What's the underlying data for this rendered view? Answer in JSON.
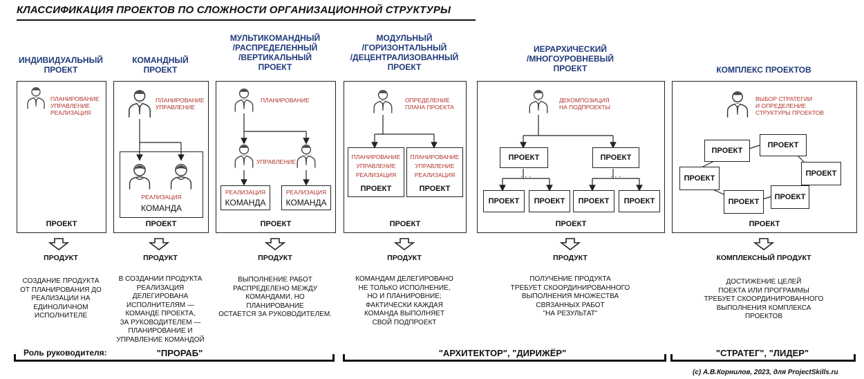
{
  "title": "КЛАССИФИКАЦИЯ ПРОЕКТОВ ПО СЛОЖНОСТИ ОРГАНИЗАЦИОННОЙ СТРУКТУРЫ",
  "columns": [
    {
      "heading": [
        "ИНДИВИДУАЛЬНЫЙ",
        "ПРОЕКТ"
      ],
      "red_text": [
        "ПЛАНИРОВАНИЕ",
        "УПРАВЛЕНИЕ",
        "РЕАЛИЗАЦИЯ"
      ],
      "project_label": "ПРОЕКТ",
      "product": "ПРОДУКТ",
      "description": [
        "СОЗДАНИЕ  ПРОДУКТА",
        "ОТ ПЛАНИРОВАНИЯ ДО",
        "РЕАЛИЗАЦИИ НА",
        "ЕДИНОЛИЧНОМ",
        "ИСПОЛНИТЕЛЕ"
      ]
    },
    {
      "heading": [
        "КОМАНДНЫЙ",
        "ПРОЕКТ"
      ],
      "red_text": [
        "ПЛАНИРОВАНИЕ",
        "УПРАВЛЕНИЕ"
      ],
      "team_red": "РЕАЛИЗАЦИЯ",
      "team_label": "КОМАНДА",
      "project_label": "ПРОЕКТ",
      "product": "ПРОДУКТ",
      "description": [
        "В СОЗДАНИИ ПРОДУКТА",
        "РЕАЛИЗАЦИЯ",
        "ДЕЛЕГИРОВАНА",
        "ИСПОЛНИТЕЛЯМ —",
        "КОМАНДЕ ПРОЕКТА,",
        "ЗА РУКОВОДИТЕЛЕМ —",
        "ПЛАНИРОВАНИЕ И",
        "УПРАВЛЕНИЕ КОМАНДОЙ"
      ]
    },
    {
      "heading": [
        "МУЛЬТИКОМАНДНЫЙ",
        "/РАСПРЕДЕЛЕННЫЙ",
        "/ВЕРТИКАЛЬНЫЙ",
        "ПРОЕКТ"
      ],
      "red_top": "ПЛАНИРОВАНИЕ",
      "red_mid": "УПРАВЛЕНИЕ",
      "team_red": "РЕАЛИЗАЦИЯ",
      "team_label": "КОМАНДА",
      "project_label": "ПРОЕКТ",
      "product": "ПРОДУКТ",
      "description": [
        "ВЫПОЛНЕНИЕ РАБОТ",
        "РАСПРЕДЕЛЕНО МЕЖДУ",
        "КОМАНДАМИ, НО",
        "ПЛАНИРОВАНИЕ",
        "ОСТАЕТСЯ ЗА РУКОВОДИТЕЛЕМ."
      ]
    },
    {
      "heading": [
        "МОДУЛЬНЫЙ",
        "/ГОРИЗОНТАЛЬНЫЙ",
        "/ДЕЦЕНТРАЛИЗОВАННЫЙ",
        "ПРОЕКТ"
      ],
      "red_top": [
        "ОПРЕДЕЛЕНИЕ",
        "ПЛАНА ПРОЕКТА"
      ],
      "sub_red": [
        "ПЛАНИРОВАНИЕ",
        "УПРАВЛЕНИЕ",
        "РЕАЛИЗАЦИЯ"
      ],
      "sub_label": "ПРОЕКТ",
      "project_label": "ПРОЕКТ",
      "product": "ПРОДУКТ",
      "description": [
        "КОМАНДАМ ДЕЛЕГИРОВАНО",
        "НЕ ТОЛЬКО ИСПОЛНЕНИЕ,",
        "НО И ПЛАНИРОВНИЕ;",
        "ФАКТИЧЕСКИ КАЖДАЯ",
        "КОМАНДА ВЫПОЛНЯЕТ",
        "СВОЙ ПОДПРОЕКТ"
      ]
    },
    {
      "heading": [
        "ИЕРАРХИЧЕСКИЙ",
        "/МНОГОУРОВНЕВЫЙ",
        "ПРОЕКТ"
      ],
      "red_top": [
        "ДЕКОМПОЗИЦИЯ",
        "НА ПОДПРОЕКТЫ"
      ],
      "box_label": "ПРОЕКТ",
      "ellipsis": "· · ·",
      "project_label": "ПРОЕКТ",
      "product": "ПРОДУКТ",
      "description": [
        "ПОЛУЧЕНИЕ  ПРОДУКТА",
        "ТРЕБУЕТ СКООРДИНИРОВАННОГО",
        "ВЫПОЛНЕНИЯ МНОЖЕСТВА",
        "СВЯЗАННЫХ РАБОТ",
        "\"НА РЕЗУЛЬТАТ\""
      ]
    },
    {
      "heading": [
        "КОМПЛЕКС ПРОЕКТОВ"
      ],
      "red_top": [
        "ВЫБОР СТРАТЕГИИ",
        "И ОПРЕДЕЛЕНИЕ",
        "СТРУКТУРЫ ПРОЕКТОВ"
      ],
      "box_label": "ПРОЕКТ",
      "project_label": "ПРОЕКТ",
      "product": "КОМПЛЕКСНЫЙ ПРОДУКТ",
      "description": [
        "ДОСТИЖЕНИЕ ЦЕЛЕЙ",
        "ПОЕКТА ИЛИ ПРОГРАММЫ",
        "ТРЕБУЕТ СКООРДИНИРОВАННОГО",
        "ВЫПОЛНЕНИЯ КОМПЛЕКСА",
        "ПРОЕКТОВ"
      ]
    }
  ],
  "roles": {
    "label": "Роль руководителя:",
    "items": [
      "\"ПРОРАБ\"",
      "\"АРХИТЕКТОР\", \"ДИРИЖЁР\"",
      "\"СТРАТЕГ\", \"ЛИДЕР\""
    ]
  },
  "copyright": "(c) А.В.Корнилов, 2023, для ProjectSkills.ru",
  "colors": {
    "heading": "#1f3a7a",
    "accent_red": "#b0322a",
    "line": "#222222"
  }
}
